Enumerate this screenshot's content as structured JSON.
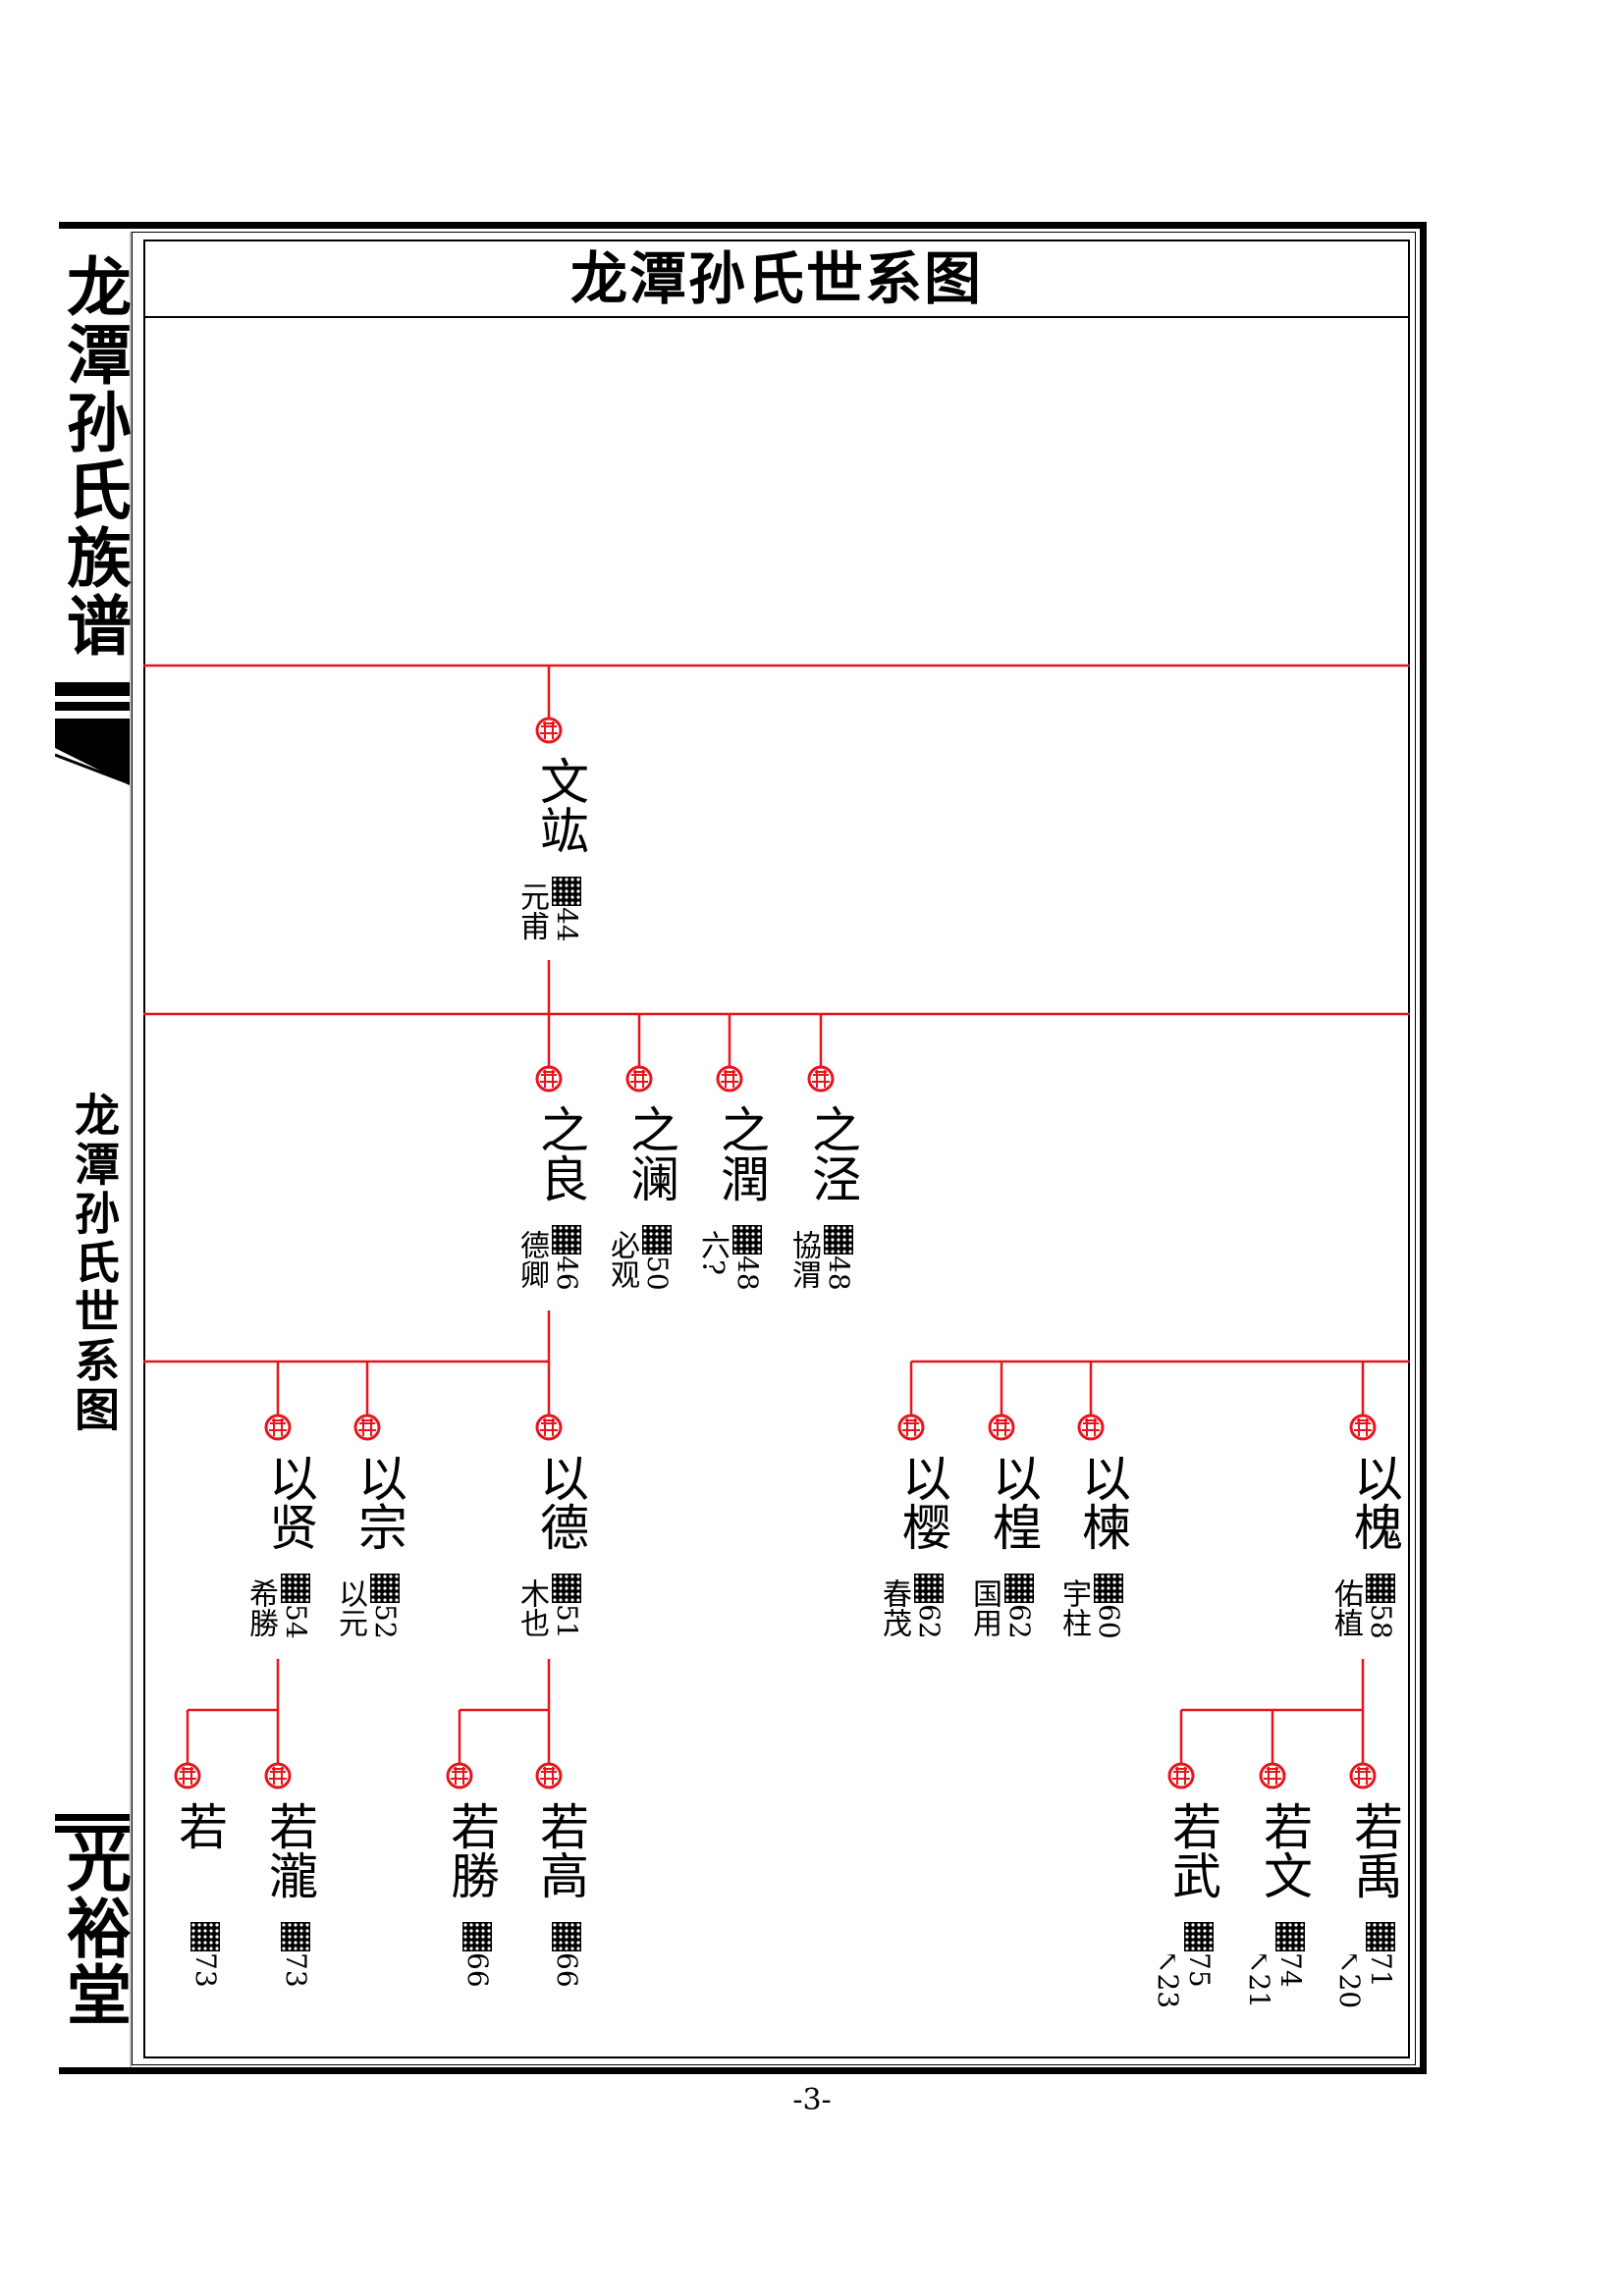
{
  "sidebar": {
    "book_title": "龙潭孙氏族谱",
    "section_title": "龙潭孙氏世系图",
    "hall_name": "光裕堂"
  },
  "page_title": "龙潭孙氏世系图",
  "page_number": "-3-",
  "colors": {
    "line": "#e8141c",
    "seal": "#e8141c",
    "text": "#000000"
  },
  "tree": [
    [
      {
        "name": "文竑",
        "rank": "44",
        "alias": "元甫"
      }
    ],
    [
      {
        "name": "之良",
        "rank": "46",
        "alias": "德卿"
      },
      {
        "name": "之澜",
        "rank": "50",
        "alias": "必观"
      },
      {
        "name": "之潤",
        "rank": "48",
        "alias": "六?"
      },
      {
        "name": "之泾",
        "rank": "48",
        "alias": "協渭"
      }
    ],
    [
      {
        "name": "以贤",
        "rank": "54",
        "alias": "希勝"
      },
      {
        "name": "以宗",
        "rank": "52",
        "alias": "以元"
      },
      {
        "name": "以德",
        "rank": "51",
        "alias": "木也"
      },
      {
        "name": "以樱",
        "rank": "62",
        "alias": "春茂"
      },
      {
        "name": "以楻",
        "rank": "62",
        "alias": "国用"
      },
      {
        "name": "以楝",
        "rank": "60",
        "alias": "宇柱"
      },
      {
        "name": "以槐",
        "rank": "58",
        "alias": "佑植"
      }
    ],
    [
      {
        "name": "若",
        "rank": "73",
        "alias": ""
      },
      {
        "name": "若瀧",
        "rank": "73",
        "alias": ""
      },
      {
        "name": "若勝",
        "rank": "66",
        "alias": ""
      },
      {
        "name": "若高",
        "rank": "66",
        "alias": ""
      },
      {
        "name": "若武",
        "rank": "75",
        "alias": "↖23"
      },
      {
        "name": "若文",
        "rank": "74",
        "alias": "↖21"
      },
      {
        "name": "若禹",
        "rank": "71",
        "alias": "↖20"
      }
    ]
  ]
}
